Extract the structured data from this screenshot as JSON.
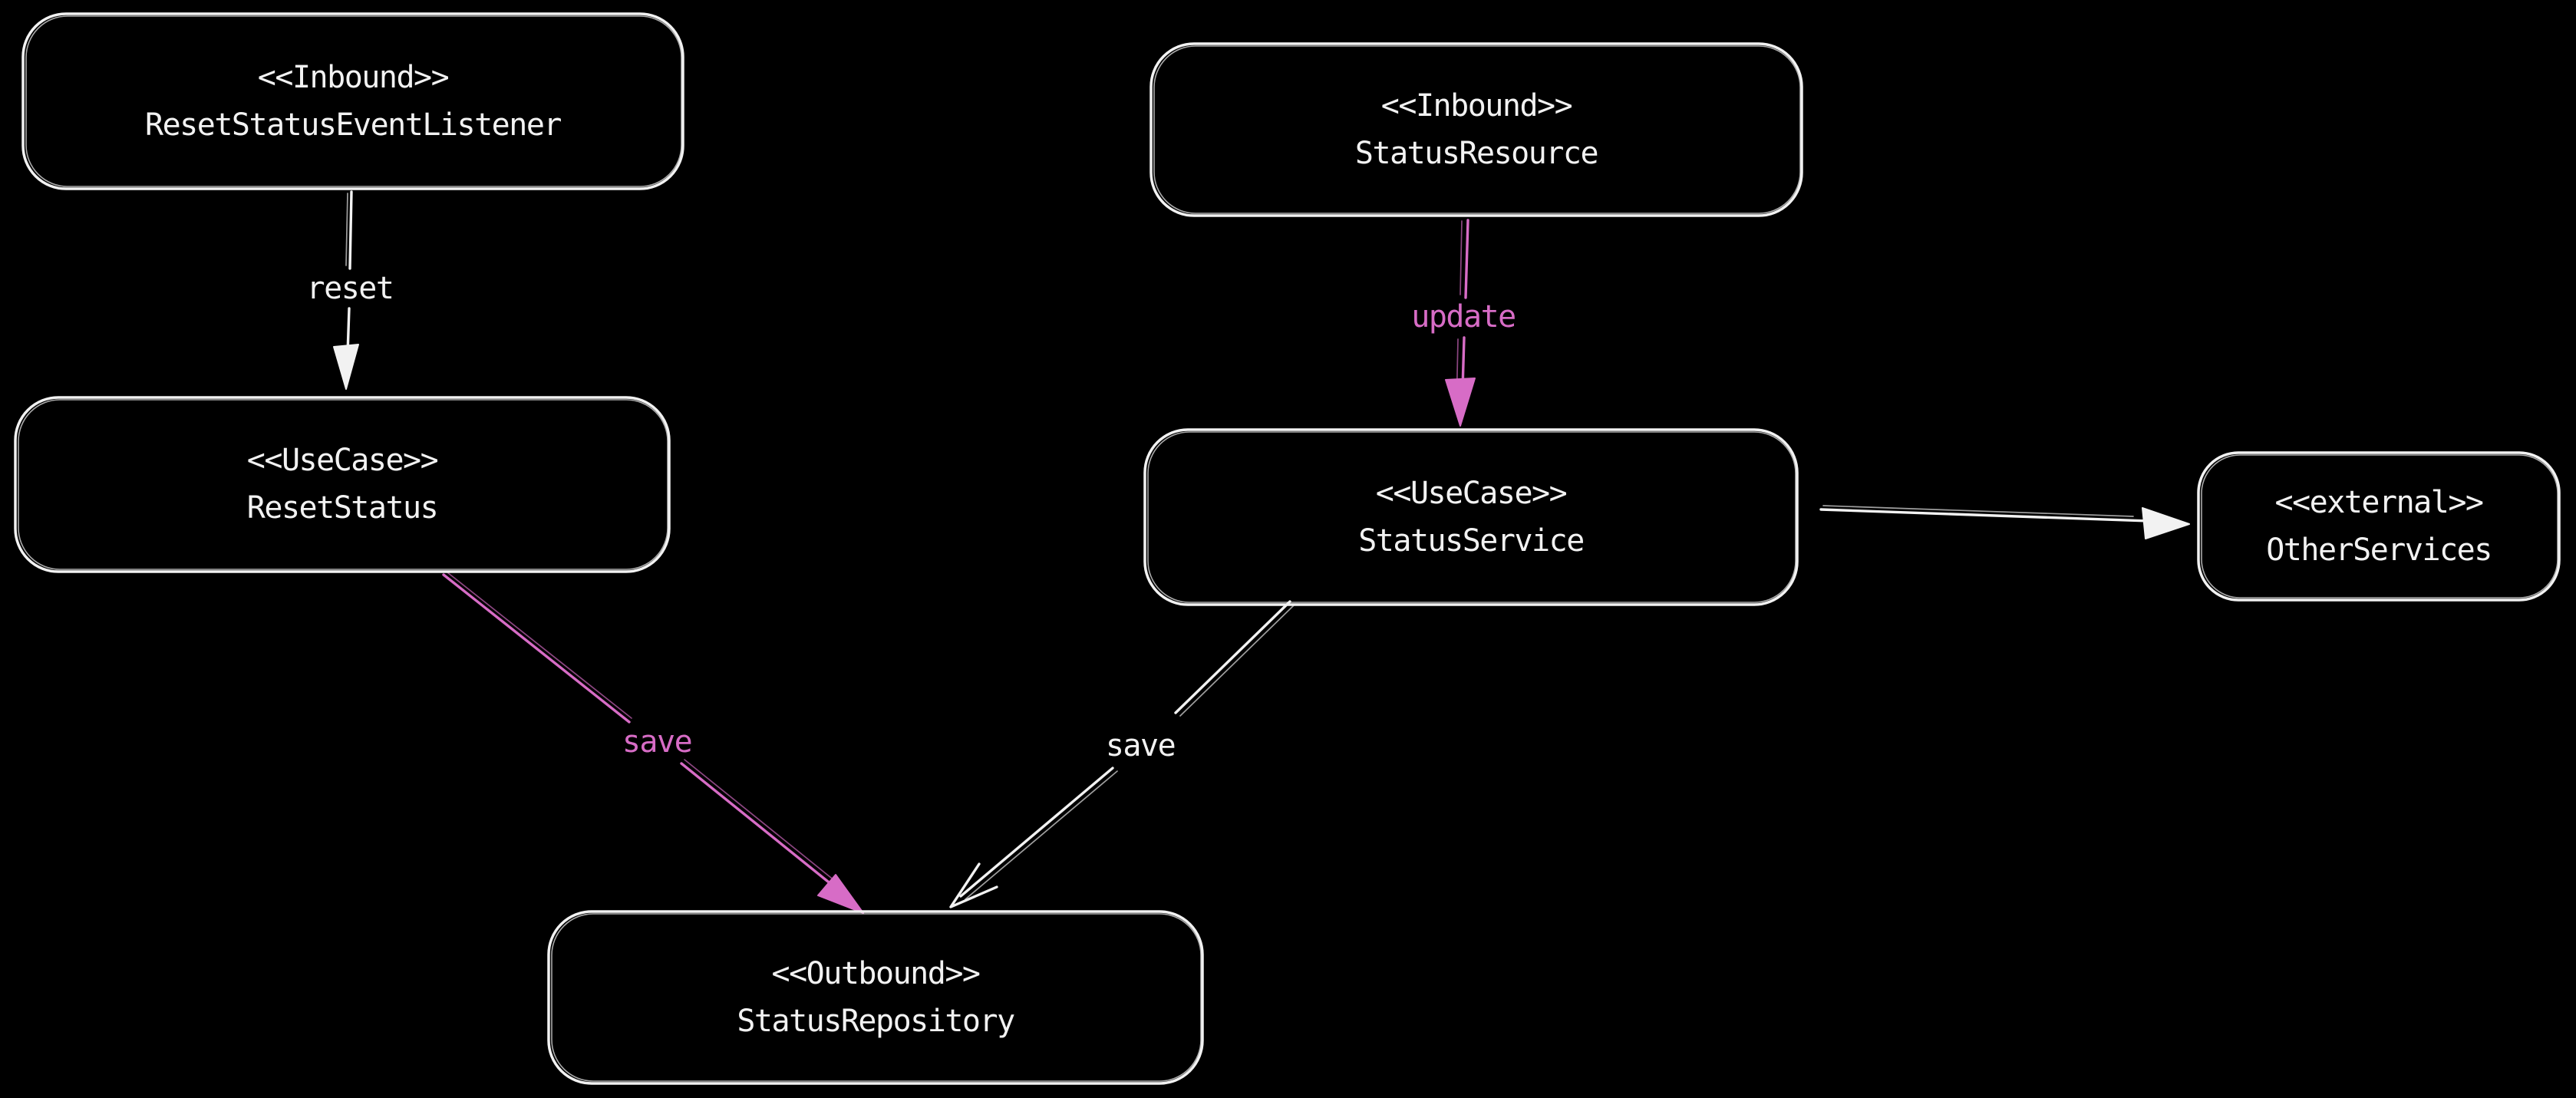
{
  "diagram": {
    "kind": "hexagonal-architecture-diagram",
    "colors": {
      "background": "#000000",
      "stroke": "#f2f2f2",
      "text": "#f2f2f2",
      "pink": "#d76cc6"
    },
    "nodes": [
      {
        "stereotype": "<<Inbound>>",
        "name": "ResetStatusEventListener"
      },
      {
        "stereotype": "<<Inbound>>",
        "name": "StatusResource"
      },
      {
        "stereotype": "<<UseCase>>",
        "name": "ResetStatus"
      },
      {
        "stereotype": "<<UseCase>>",
        "name": "StatusService"
      },
      {
        "stereotype": "<<external>>",
        "name": "OtherServices"
      },
      {
        "stereotype": "<<Outbound>>",
        "name": "StatusRepository"
      }
    ],
    "edges": [
      {
        "from": "ResetStatusEventListener",
        "to": "ResetStatus",
        "label": "reset",
        "color": "white"
      },
      {
        "from": "StatusResource",
        "to": "StatusService",
        "label": "update",
        "color": "pink"
      },
      {
        "from": "ResetStatus",
        "to": "StatusRepository",
        "label": "save",
        "color": "pink"
      },
      {
        "from": "StatusService",
        "to": "StatusRepository",
        "label": "save",
        "color": "white"
      },
      {
        "from": "StatusService",
        "to": "OtherServices",
        "label": "",
        "color": "white"
      }
    ]
  }
}
